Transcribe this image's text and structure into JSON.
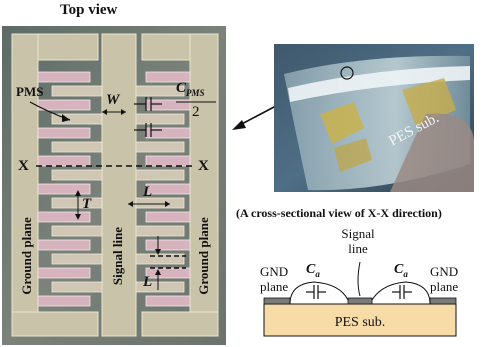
{
  "top_view": {
    "title": "Top view",
    "labels": {
      "pms": "PMS",
      "w": "W",
      "cpms_c": "C",
      "cpms_sub": "PMS",
      "cpms_den": "2",
      "x_left": "X",
      "x_right": "X",
      "t": "T",
      "l_upper": "L",
      "l_lower": "L",
      "ground_left": "Ground plane",
      "signal": "Signal line",
      "ground_right": "Ground plane"
    }
  },
  "photo": {
    "substrate_label": "PES sub."
  },
  "cross_section": {
    "title": "(A cross-sectional view of X-X direction)",
    "signal_line_1": "Signal",
    "signal_line_2": "line",
    "gnd_left_1": "GND",
    "gnd_left_2": "plane",
    "gnd_right_1": "GND",
    "gnd_right_2": "plane",
    "ca_left_c": "C",
    "ca_left_sub": "a",
    "ca_right_c": "C",
    "ca_right_sub": "a",
    "substrate": "PES sub."
  },
  "colors": {
    "chip_bg": "#6e7a72",
    "metal": "#c8c1a8",
    "finger_pink": "#d9a7b8",
    "substrate_fill": "#f7dca8",
    "photo_bg": "#41586a"
  }
}
